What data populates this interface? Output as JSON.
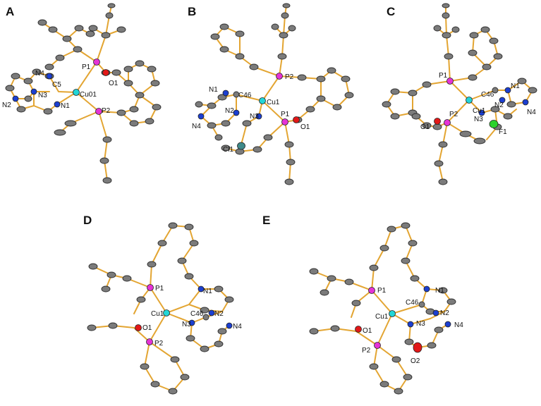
{
  "colors": {
    "bond": "#e3a532",
    "carbon": "#7b7b7b",
    "phosphorus": "#e533d6",
    "copper": "#22d6d6",
    "nitrogen": "#1c3fd0",
    "oxygen": "#e21818",
    "chlorine": "#3f8a8a",
    "fluorine": "#2bd12b"
  },
  "panels": [
    {
      "letter": "A",
      "labels": [
        "P1",
        "O1",
        "N4",
        "C5",
        "N3",
        "Cu01",
        "N2",
        "N1",
        "P2"
      ]
    },
    {
      "letter": "B",
      "labels": [
        "P2",
        "N1",
        "C46",
        "Cu1",
        "N2",
        "N3",
        "N4",
        "P1",
        "O1",
        "Cl1"
      ]
    },
    {
      "letter": "C",
      "labels": [
        "P1",
        "N1",
        "C46",
        "Cu1",
        "N2",
        "N4",
        "N3",
        "P2",
        "O1",
        "F1"
      ]
    },
    {
      "letter": "D",
      "labels": [
        "P1",
        "N1",
        "Cu1",
        "C46",
        "N2",
        "O1",
        "N3",
        "N4",
        "P2"
      ]
    },
    {
      "letter": "E",
      "labels": [
        "P1",
        "N1",
        "C46",
        "Cu1",
        "N2",
        "N3",
        "N4",
        "O1",
        "P2",
        "O2"
      ]
    }
  ]
}
